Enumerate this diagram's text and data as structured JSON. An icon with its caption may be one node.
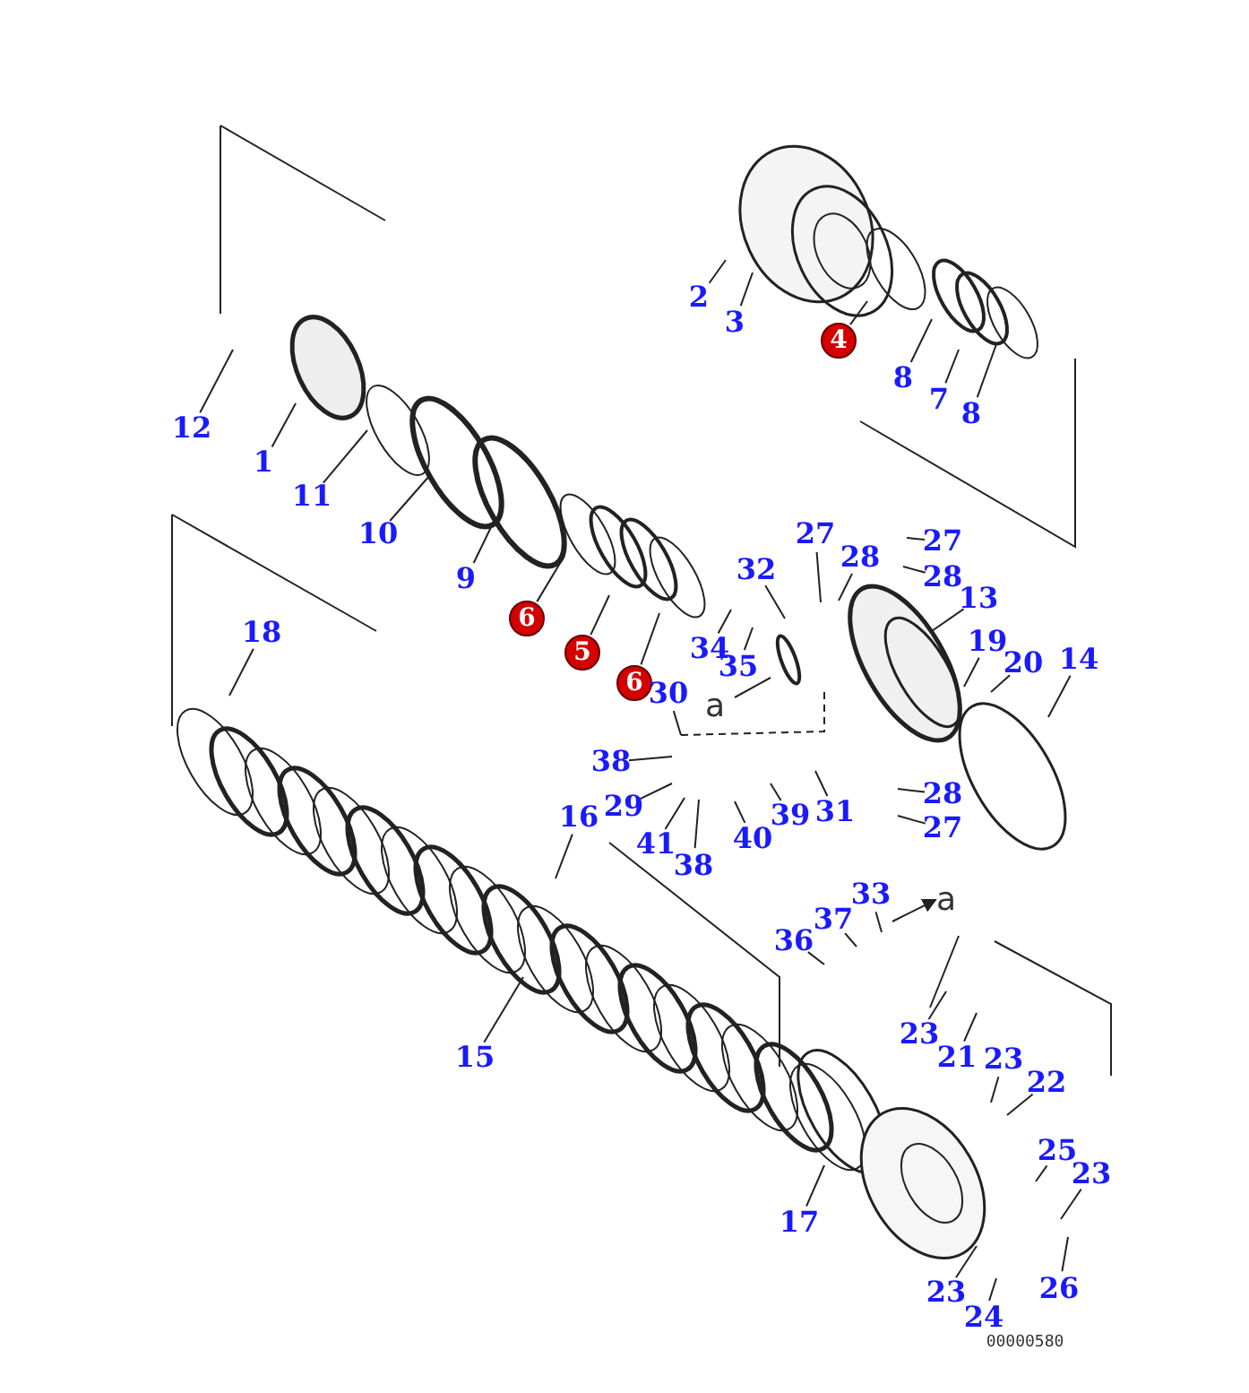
{
  "diagram": {
    "nodes": [
      {
        "text": [
          "2"
        ]
      },
      {
        "text": [
          "3"
        ]
      },
      {
        "text": [
          "4"
        ]
      },
      {
        "text": [
          "8"
        ]
      },
      {
        "text": [
          "7"
        ]
      },
      {
        "text": [
          "8"
        ]
      },
      {
        "text": [
          "12"
        ]
      },
      {
        "text": [
          "1"
        ]
      },
      {
        "text": [
          "11"
        ]
      },
      {
        "text": [
          "10"
        ]
      },
      {
        "text": [
          "9"
        ]
      },
      {
        "text": [
          "6"
        ]
      },
      {
        "text": [
          "5"
        ]
      },
      {
        "text": [
          "6"
        ]
      },
      {
        "text": [
          "18"
        ]
      },
      {
        "text": [
          "27"
        ]
      },
      {
        "text": [
          "27"
        ]
      },
      {
        "text": [
          "28"
        ]
      },
      {
        "text": [
          "28"
        ]
      },
      {
        "text": [
          "32"
        ]
      },
      {
        "text": [
          "13"
        ]
      },
      {
        "text": [
          "34"
        ]
      },
      {
        "text": [
          "35"
        ]
      },
      {
        "text": [
          "19"
        ]
      },
      {
        "text": [
          "20"
        ]
      },
      {
        "text": [
          "14"
        ]
      },
      {
        "text": [
          "30"
        ]
      },
      {
        "text": [
          "38"
        ]
      },
      {
        "text": [
          "29"
        ]
      },
      {
        "text": [
          "41"
        ]
      },
      {
        "text": [
          "38"
        ]
      },
      {
        "text": [
          "40"
        ]
      },
      {
        "text": [
          "39"
        ]
      },
      {
        "text": [
          "31"
        ]
      },
      {
        "text": [
          "28"
        ]
      },
      {
        "text": [
          "27"
        ]
      },
      {
        "text": [
          "16"
        ]
      },
      {
        "text": [
          "15"
        ]
      },
      {
        "text": [
          "33"
        ]
      },
      {
        "text": [
          "37"
        ]
      },
      {
        "text": [
          "36"
        ]
      },
      {
        "text": [
          "23"
        ]
      },
      {
        "text": [
          "21"
        ]
      },
      {
        "text": [
          "23"
        ]
      },
      {
        "text": [
          "22"
        ]
      },
      {
        "text": [
          "25"
        ]
      },
      {
        "text": [
          "23"
        ]
      },
      {
        "text": [
          "17"
        ]
      },
      {
        "text": [
          "23"
        ]
      },
      {
        "text": [
          "24"
        ]
      },
      {
        "text": [
          "26"
        ]
      }
    ],
    "edges": [
      {
        "from": 0,
        "to": null,
        "arrow": "none"
      },
      {
        "from": 1,
        "to": null,
        "arrow": "none"
      },
      {
        "from": 2,
        "to": null,
        "arrow": "none"
      },
      {
        "from": 3,
        "to": null,
        "arrow": "none"
      },
      {
        "from": 4,
        "to": null,
        "arrow": "none"
      },
      {
        "from": 5,
        "to": null,
        "arrow": "none"
      },
      {
        "from": 6,
        "to": null,
        "arrow": "none"
      },
      {
        "from": 7,
        "to": null,
        "arrow": "none"
      },
      {
        "from": 8,
        "to": null,
        "arrow": "none"
      },
      {
        "from": 9,
        "to": null,
        "arrow": "none"
      },
      {
        "from": 10,
        "to": null,
        "arrow": "none"
      },
      {
        "from": 11,
        "to": null,
        "arrow": "none"
      },
      {
        "from": 12,
        "to": null,
        "arrow": "none"
      },
      {
        "from": 13,
        "to": null,
        "arrow": "none"
      },
      {
        "from": 14,
        "to": null,
        "arrow": "none"
      },
      {
        "from": 15,
        "to": null,
        "arrow": "none"
      },
      {
        "from": 16,
        "to": null,
        "arrow": "none"
      },
      {
        "from": 17,
        "to": null,
        "arrow": "none"
      },
      {
        "from": 18,
        "to": null,
        "arrow": "none"
      },
      {
        "from": 19,
        "to": null,
        "arrow": "none"
      },
      {
        "from": 20,
        "to": null,
        "arrow": "none"
      },
      {
        "from": 21,
        "to": null,
        "arrow": "none"
      },
      {
        "from": 22,
        "to": null,
        "arrow": "none"
      },
      {
        "from": 23,
        "to": null,
        "arrow": "none"
      },
      {
        "from": 24,
        "to": null,
        "arrow": "none"
      },
      {
        "from": 25,
        "to": null,
        "arrow": "none"
      },
      {
        "from": 26,
        "to": null,
        "arrow": "none"
      },
      {
        "from": 27,
        "to": null,
        "arrow": "none"
      },
      {
        "from": 28,
        "to": null,
        "arrow": "none"
      },
      {
        "from": 29,
        "to": null,
        "arrow": "none"
      },
      {
        "from": 30,
        "to": null,
        "arrow": "none"
      },
      {
        "from": 31,
        "to": null,
        "arrow": "none"
      },
      {
        "from": 32,
        "to": null,
        "arrow": "none"
      },
      {
        "from": 33,
        "to": null,
        "arrow": "none"
      },
      {
        "from": 34,
        "to": null,
        "arrow": "none"
      },
      {
        "from": 35,
        "to": null,
        "arrow": "none"
      },
      {
        "from": 36,
        "to": null,
        "arrow": "none"
      },
      {
        "from": 37,
        "to": null,
        "arrow": "none"
      },
      {
        "from": 38,
        "to": null,
        "arrow": "none"
      },
      {
        "from": 39,
        "to": null,
        "arrow": "none"
      },
      {
        "from": 40,
        "to": null,
        "arrow": "none"
      },
      {
        "from": 41,
        "to": null,
        "arrow": "none"
      },
      {
        "from": 42,
        "to": null,
        "arrow": "none"
      },
      {
        "from": 43,
        "to": null,
        "arrow": "none"
      },
      {
        "from": 44,
        "to": null,
        "arrow": "none"
      },
      {
        "from": 45,
        "to": null,
        "arrow": "none"
      },
      {
        "from": 46,
        "to": null,
        "arrow": "none"
      },
      {
        "from": 47,
        "to": null,
        "arrow": "none"
      },
      {
        "from": 48,
        "to": null,
        "arrow": "none"
      },
      {
        "from": 49,
        "to": null,
        "arrow": "none"
      },
      {
        "from": 50,
        "to": null,
        "arrow": "none"
      }
    ],
    "labels": [
      "a",
      "a",
      "00000580"
    ]
  }
}
